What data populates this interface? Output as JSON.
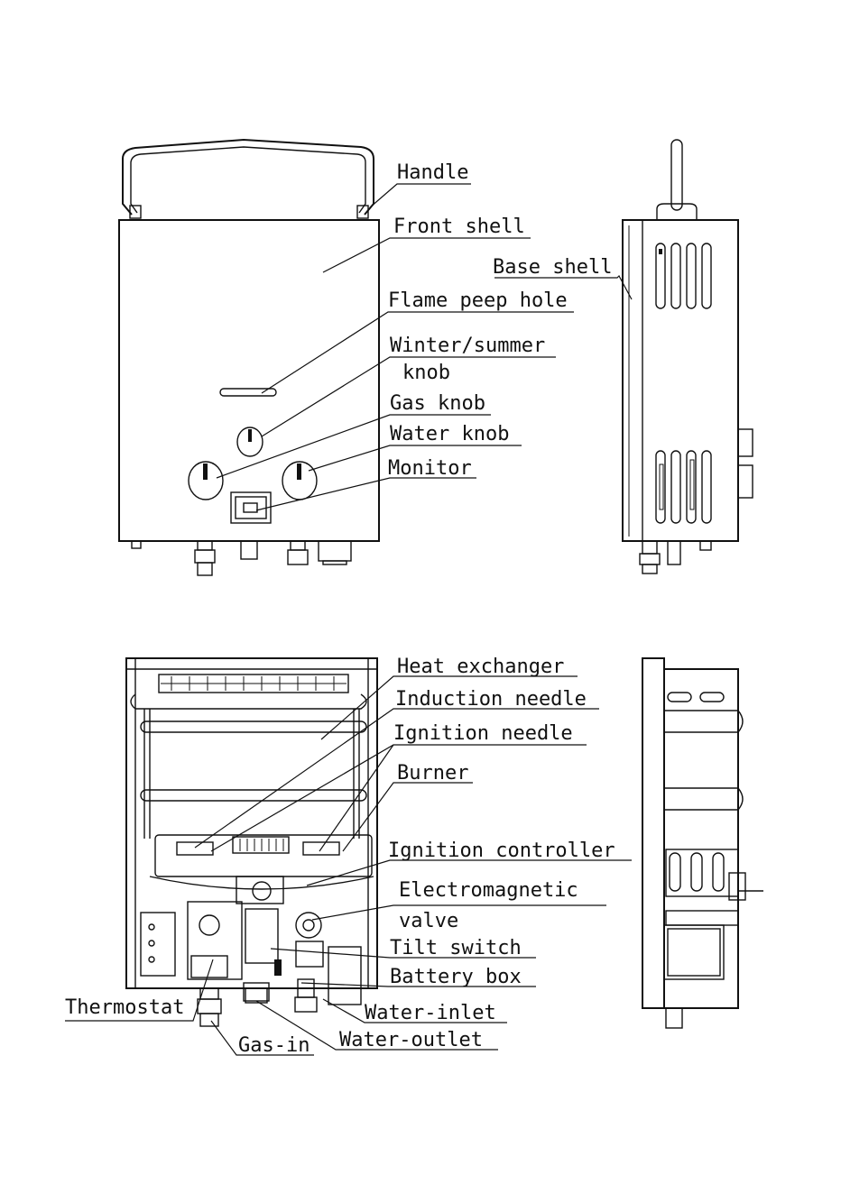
{
  "labels": {
    "handle": "Handle",
    "front_shell": "Front shell",
    "base_shell": "Base shell",
    "flame_peep_hole": "Flame peep hole",
    "winter_summer_1": "Winter/summer",
    "winter_summer_2": "knob",
    "gas_knob": "Gas knob",
    "water_knob": "Water knob",
    "monitor": "Monitor",
    "heat_exchanger": "Heat exchanger",
    "induction_needle": "Induction needle",
    "ignition_needle": "Ignition needle",
    "burner": "Burner",
    "ignition_controller": "Ignition controller",
    "electromagnetic_1": "Electromagnetic",
    "electromagnetic_2": "valve",
    "tilt_switch": "Tilt switch",
    "battery_box": "Battery box",
    "thermostat": "Thermostat",
    "water_inlet": "Water-inlet",
    "gas_in": "Gas-in",
    "water_outlet": "Water-outlet"
  }
}
